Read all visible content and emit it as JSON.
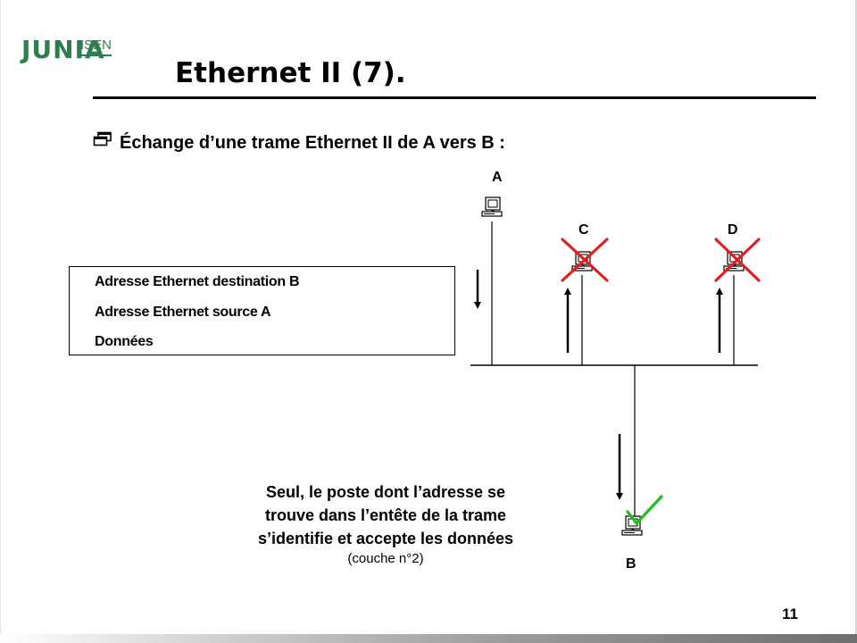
{
  "logo": {
    "brand": "JUNIA",
    "sub": "ISEN"
  },
  "slide": {
    "title": "Ethernet II (7).",
    "bullet": "Échange d’une trame Ethernet II de A vers B :",
    "page_number": "11"
  },
  "frame": {
    "rows": [
      "Adresse Ethernet destination B",
      "Adresse Ethernet source A",
      "Données"
    ]
  },
  "nodes": {
    "a": {
      "label": "A",
      "status": "sender"
    },
    "b": {
      "label": "B",
      "status": "accepted"
    },
    "c": {
      "label": "C",
      "status": "rejected"
    },
    "d": {
      "label": "D",
      "status": "rejected"
    }
  },
  "note": {
    "line1": "Seul, le poste dont l’adresse se",
    "line2": "trouve dans l’entête de la trame",
    "line3": "s’identifie et accepte les données",
    "sub": "(couche n°2)"
  },
  "colors": {
    "brand_green": "#2e7d4f",
    "reject_red": "#e02020",
    "accept_green": "#22bb22"
  },
  "icons": {
    "bullet": "window-icon",
    "computer": "computer-icon",
    "reject": "red-cross-icon",
    "accept": "green-check-icon"
  }
}
